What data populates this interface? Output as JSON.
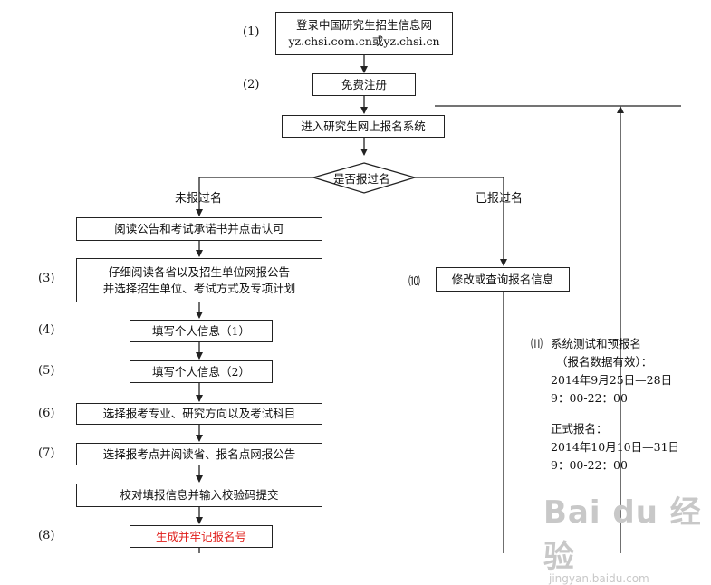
{
  "steps": {
    "s1": {
      "num": "(1)",
      "line1": "登录中国研究生招生信息网",
      "line2": "yz.chsi.com.cn或yz.chsi.cn"
    },
    "s2": {
      "num": "(2)",
      "label": "免费注册"
    },
    "s_enter": {
      "label": "进入研究生网上报名系统"
    },
    "decision": {
      "label": "是否报过名"
    },
    "branch_no": "未报过名",
    "branch_yes": "已报过名",
    "s_read": {
      "label": "阅读公告和考试承诺书并点击认可"
    },
    "s3": {
      "num": "(3)",
      "line1": "仔细阅读各省以及招生单位网报公告",
      "line2": "并选择招生单位、考试方式及专项计划"
    },
    "s4": {
      "num": "(4)",
      "label": "填写个人信息（1）"
    },
    "s5": {
      "num": "(5)",
      "label": "填写个人信息（2）"
    },
    "s6": {
      "num": "(6)",
      "label": "选择报考专业、研究方向以及考试科目"
    },
    "s7": {
      "num": "(7)",
      "label": "选择报考点并阅读省、报名点网报公告"
    },
    "s_verify": {
      "label": "校对填报信息并输入校验码提交"
    },
    "s8": {
      "num": "(8)",
      "label": "生成并牢记报名号"
    },
    "s10": {
      "num": "⑽",
      "label": "修改或查询报名信息"
    },
    "s11": {
      "num": "⑾",
      "line1": "系统测试和预报名",
      "line2": "（报名数据有效）：",
      "line3": "2014年9月25日—28日",
      "line4": "9：00-22：00",
      "line5": "正式报名：",
      "line6": "2014年10月10日—31日",
      "line7": "9：00-22：00"
    }
  },
  "watermark": {
    "main": "Bai du 经验",
    "sub": "jingyan.baidu.com"
  },
  "colors": {
    "line": "#222222",
    "highlight": "#e0201c",
    "watermark": "#c8c8c8"
  }
}
